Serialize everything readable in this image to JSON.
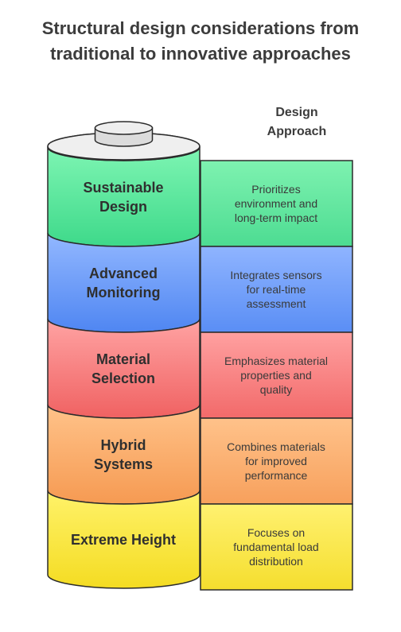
{
  "title": [
    "Structural design considerations from",
    "traditional to innovative approaches"
  ],
  "column_header": [
    "Design",
    "Approach"
  ],
  "segments": [
    {
      "label": [
        "Sustainable",
        "Design"
      ],
      "description": [
        "Prioritizes",
        "environment and",
        "long-term impact"
      ],
      "color_top": "#7ef5b3",
      "color_bottom": "#3ed98a",
      "box_top": "#7ef2b0",
      "box_bottom": "#4ddc92",
      "stroke": "#2b2b2b"
    },
    {
      "label": [
        "Advanced",
        "Monitoring"
      ],
      "description": [
        "Integrates sensors",
        "for real-time",
        "assessment"
      ],
      "color_top": "#93b8ff",
      "color_bottom": "#4f86f2",
      "box_top": "#8fb4ff",
      "box_bottom": "#5a8ef5",
      "stroke": "#2b2b2b"
    },
    {
      "label": [
        "Material",
        "Selection"
      ],
      "description": [
        "Emphasizes material",
        "properties and",
        "quality"
      ],
      "color_top": "#ffa3a3",
      "color_bottom": "#f06262",
      "box_top": "#ffa0a0",
      "box_bottom": "#f26a6a",
      "stroke": "#2b2b2b"
    },
    {
      "label": [
        "Hybrid",
        "Systems"
      ],
      "description": [
        "Combines materials",
        "for improved",
        "performance"
      ],
      "color_top": "#ffc38a",
      "color_bottom": "#f69a52",
      "box_top": "#ffc28a",
      "box_bottom": "#f7a05c",
      "stroke": "#2b2b2b"
    },
    {
      "label": [
        "Extreme Height"
      ],
      "description": [
        "Focuses on",
        "fundamental load",
        "distribution"
      ],
      "color_top": "#fff26a",
      "color_bottom": "#f4dc22",
      "box_top": "#fff170",
      "box_bottom": "#f5de2e",
      "stroke": "#2b2b2b"
    }
  ]
}
